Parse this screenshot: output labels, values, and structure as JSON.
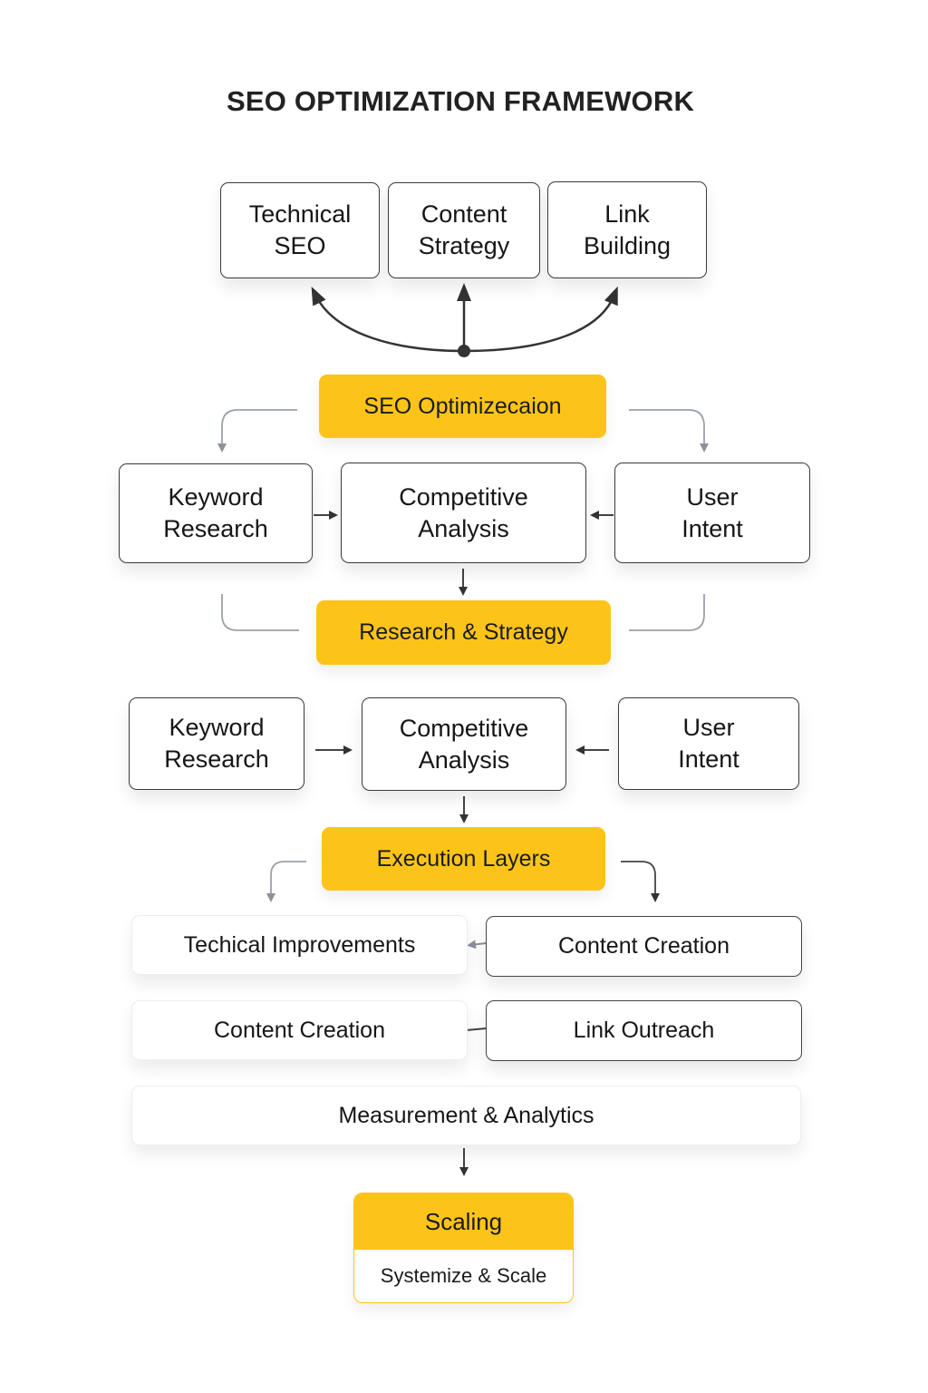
{
  "title": "SEO OPTIMIZATION FRAMEWORK",
  "pillars": [
    "Technical\nSEO",
    "Content\nStrategy",
    "Link\nBuilding"
  ],
  "hub": "SEO Optimizecaion",
  "research_row_1": [
    "Keyword\nResearch",
    "Competitive\nAnalysis",
    "User\nIntent"
  ],
  "research_strategy": "Research & Strategy",
  "research_row_2": [
    "Keyword\nResearch",
    "Competitive\nAnalysis",
    "User\nIntent"
  ],
  "execution_layers": "Execution Layers",
  "execution": {
    "left": [
      "Techical Improvements",
      "Content Creation"
    ],
    "right": [
      "Content Creation",
      "Link Outreach"
    ]
  },
  "measurement": "Measurement & Analytics",
  "scaling": {
    "title": "Scaling",
    "subtitle": "Systemize & Scale"
  },
  "colors": {
    "accent": "#fcc419",
    "border": "#3a3a3a",
    "connector": "#9ca0aa"
  }
}
